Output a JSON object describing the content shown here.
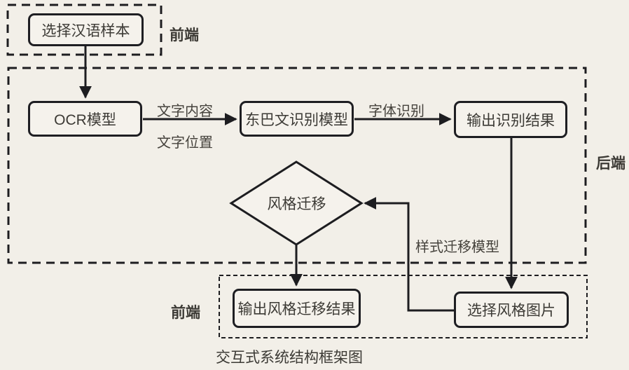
{
  "palette": {
    "background": "#f2efe8",
    "line": "#1d1d20",
    "text": "#3c3a35",
    "node_fill": "#f5f2ec"
  },
  "diagram": {
    "caption": "交互式系统结构框架图",
    "regions": {
      "frontend_top": {
        "label": "前端"
      },
      "backend": {
        "label": "后端"
      },
      "frontend_bottom": {
        "label": "前端"
      }
    },
    "nodes": {
      "select_chinese_sample": {
        "label": "选择汉语样本"
      },
      "ocr_model": {
        "label": "OCR模型"
      },
      "dongba_recognition_model": {
        "label": "东巴文识别模型"
      },
      "output_recognition_result": {
        "label": "输出识别结果"
      },
      "style_transfer_decision": {
        "label": "风格迁移"
      },
      "output_style_transfer_result": {
        "label": "输出风格迁移结果"
      },
      "select_style_image": {
        "label": "选择风格图片"
      }
    },
    "edge_labels": {
      "text_content": {
        "label": "文字内容"
      },
      "text_position": {
        "label": "文字位置"
      },
      "font_recognition": {
        "label": "字体识别"
      },
      "style_transfer_model": {
        "label": "样式迁移模型"
      }
    }
  }
}
